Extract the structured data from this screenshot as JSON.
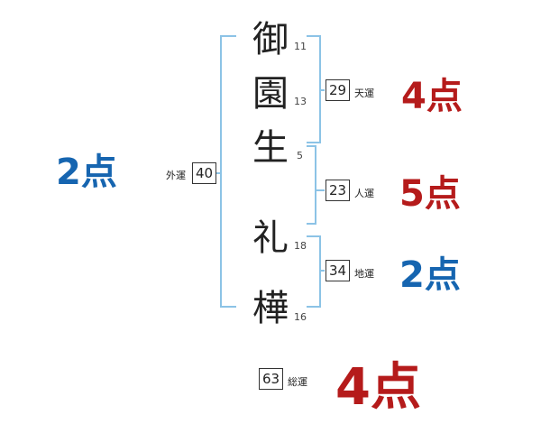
{
  "chars": [
    {
      "char": "御",
      "strokes": "11"
    },
    {
      "char": "園",
      "strokes": "13"
    },
    {
      "char": "生",
      "strokes": "5"
    },
    {
      "char": "礼",
      "strokes": "18"
    },
    {
      "char": "樺",
      "strokes": "16"
    }
  ],
  "gaiun": {
    "value": "40",
    "label": "外運",
    "score": "2点"
  },
  "tenun": {
    "value": "29",
    "label": "天運",
    "score": "4点"
  },
  "jinun": {
    "value": "23",
    "label": "人運",
    "score": "5点"
  },
  "chiun": {
    "value": "34",
    "label": "地運",
    "score": "2点"
  },
  "souun": {
    "value": "63",
    "label": "総運",
    "score": "4点"
  },
  "colors": {
    "bracket": "#8cc3e6",
    "red": "#b51b1b",
    "blue": "#1665b0"
  }
}
